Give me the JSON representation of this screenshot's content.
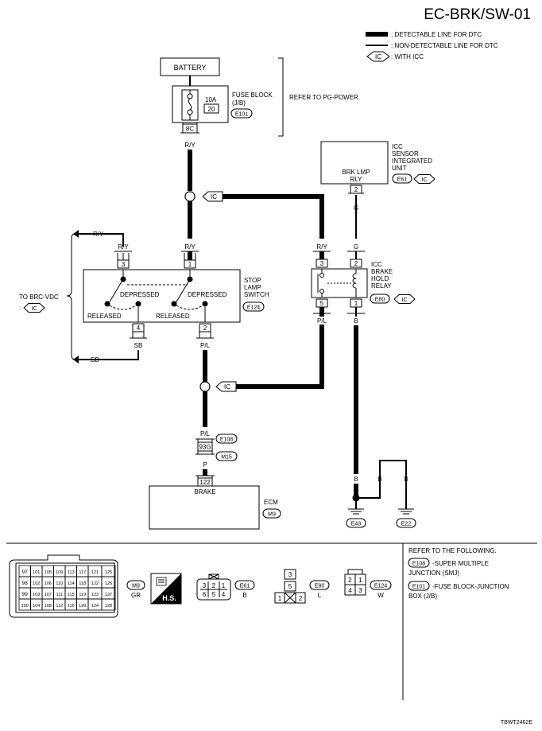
{
  "title": "EC-BRK/SW-01",
  "legend": {
    "detectable": ": DETECTABLE LINE FOR DTC",
    "non_detectable": ": NON-DETECTABLE LINE FOR DTC",
    "ic_badge": "IC",
    "with_icc": ": WITH ICC"
  },
  "battery": "BATTERY",
  "fuse": {
    "rating": "10A",
    "number": "20",
    "label_line1": "FUSE BLOCK",
    "label_line2": "(J/B)",
    "connector": "E101",
    "terminal": "8C",
    "refer": "REFER TO PG-POWER."
  },
  "wires": {
    "ry": "R/Y",
    "g": "G",
    "sb": "SB",
    "pl": "P/L",
    "p": "P",
    "b": "B"
  },
  "icc_unit": {
    "line1": "ICC",
    "line2": "SENSOR",
    "line3": "INTEGRATED",
    "line4": "UNIT",
    "pin_label_1": "BRK LMP",
    "pin_label_2": "RLY",
    "terminal": "2",
    "connector": "E61"
  },
  "stop_lamp_switch": {
    "line1": "STOP",
    "line2": "LAMP",
    "line3": "SWITCH",
    "connector": "E124",
    "pin_left_top": "3",
    "pin_right_top": "1",
    "pin_left_bottom": "4",
    "pin_right_bottom": "2",
    "depressed": "DEPRESSED",
    "released": "RELEASED"
  },
  "brc_vdc": {
    "line1": "TO BRC-VDC",
    "prefix": ":"
  },
  "relay": {
    "line1": "ICC",
    "line2": "BRAKE",
    "line3": "HOLD",
    "line4": "RELAY",
    "connector": "E80",
    "pin_tl": "3",
    "pin_tr": "2",
    "pin_bl": "5",
    "pin_br": "1"
  },
  "junction": {
    "connector_top": "E108",
    "terminal": "93G",
    "connector_bottom": "M15"
  },
  "ecm": {
    "terminal": "122",
    "pin_label": "BRAKE",
    "label": "ECM",
    "connector": "M9"
  },
  "grounds": {
    "left": "E43",
    "right": "E22"
  },
  "connectors": {
    "m9_grid": [
      [
        "97",
        "101",
        "105",
        "109",
        "113",
        "117",
        "121",
        "125"
      ],
      [
        "98",
        "102",
        "106",
        "110",
        "114",
        "118",
        "122",
        "126"
      ],
      [
        "99",
        "103",
        "107",
        "111",
        "115",
        "119",
        "123",
        "127"
      ],
      [
        "100",
        "104",
        "108",
        "112",
        "116",
        "120",
        "124",
        "128"
      ]
    ],
    "m9_name": "M9",
    "m9_color": "GR",
    "hs_label": "H.S.",
    "e61_pins": [
      "3",
      "2",
      "1",
      "6",
      "5",
      "4"
    ],
    "e61_name": "E61",
    "e61_color": "B",
    "e80_pins": [
      "3",
      "5",
      "1",
      "2"
    ],
    "e80_name": "E80",
    "e80_color": "L",
    "e124_pins": [
      "2",
      "1",
      "4",
      "3"
    ],
    "e124_name": "E124",
    "e124_color": "W"
  },
  "references": {
    "heading": "REFER TO THE FOLLOWING.",
    "e108_name": "E108",
    "e108_text1": "-SUPER MULTIPLE",
    "e108_text2": "JUNCTION (SMJ)",
    "e101_name": "E101",
    "e101_text1": "-FUSE BLOCK-JUNCTION",
    "e101_text2": "BOX (J/B)"
  },
  "code": "TBWT2462E"
}
